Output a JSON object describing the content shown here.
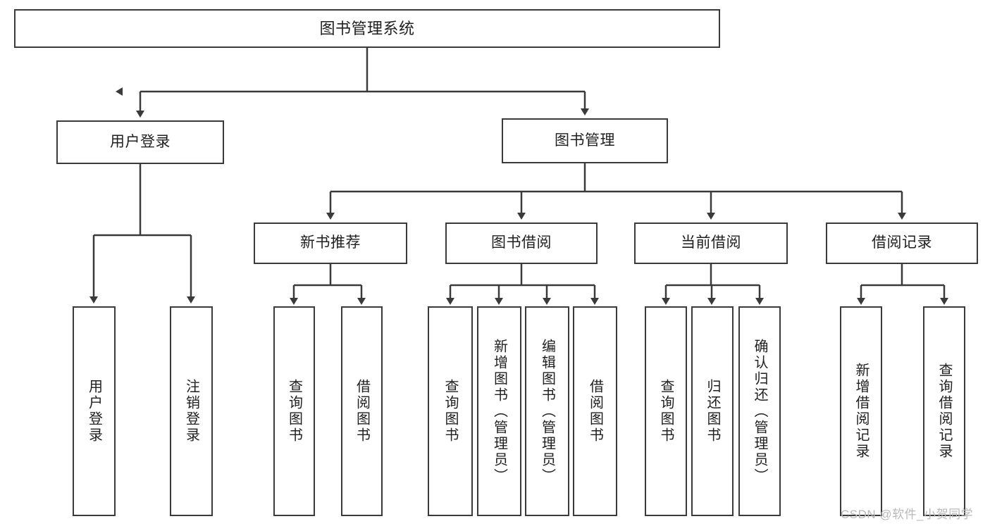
{
  "diagram": {
    "title": "图书管理系统",
    "type": "tree-hierarchy",
    "colors": {
      "box_border": "#3a3a3a",
      "box_fill": "#ffffff",
      "edge": "#3a3a3a",
      "text": "#1f1f1f",
      "watermark": "#b9b9b9",
      "background": "#ffffff"
    },
    "nodes": {
      "root": {
        "label": "图书管理系统"
      },
      "level1": [
        {
          "label": "用户登录"
        },
        {
          "label": "图书管理"
        }
      ],
      "level2": [
        {
          "label": "新书推荐"
        },
        {
          "label": "图书借阅"
        },
        {
          "label": "当前借阅"
        },
        {
          "label": "借阅记录"
        }
      ],
      "leaves": {
        "user_login": [
          {
            "label": "用户登录"
          },
          {
            "label": "注销登录"
          }
        ],
        "new_book_recommend": [
          {
            "label": "查询图书"
          },
          {
            "label": "借阅图书"
          }
        ],
        "book_borrow": [
          {
            "label": "查询图书"
          },
          {
            "label": "新增图书（管理员）"
          },
          {
            "label": "编辑图书（管理员）"
          },
          {
            "label": "借阅图书"
          }
        ],
        "current_borrow": [
          {
            "label": "查询图书"
          },
          {
            "label": "归还图书"
          },
          {
            "label": "确认归还（管理员）"
          }
        ],
        "borrow_record": [
          {
            "label": "新增借阅记录"
          },
          {
            "label": "查询借阅记录"
          }
        ]
      }
    },
    "watermark": "CSDN @软件_小贺同学"
  }
}
